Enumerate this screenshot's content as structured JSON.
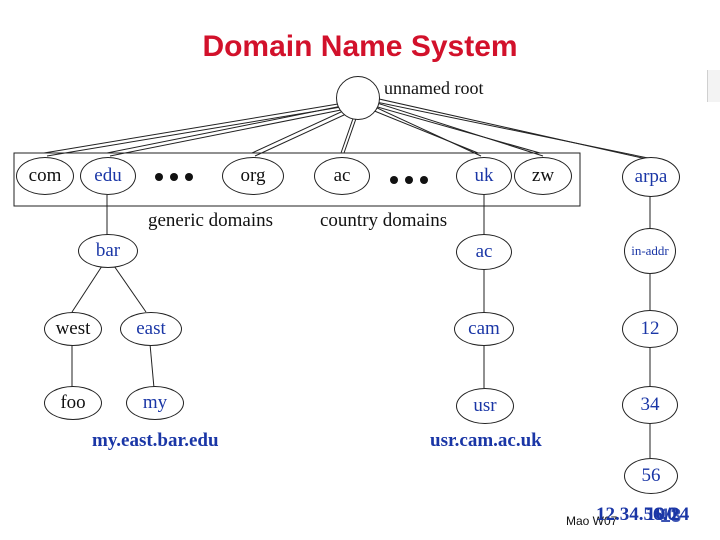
{
  "title": "Domain Name System",
  "root_label": "unnamed root",
  "top_level": {
    "com": "com",
    "edu": "edu",
    "org": "org",
    "ac": "ac",
    "uk": "uk",
    "zw": "zw",
    "arpa": "arpa"
  },
  "group_labels": {
    "generic": "generic domains",
    "country": "country domains"
  },
  "left_tree": {
    "bar": "bar",
    "west": "west",
    "east": "east",
    "foo": "foo",
    "my": "my",
    "fqdn": "my.east.bar.edu"
  },
  "right_tree": {
    "ac": "ac",
    "cam": "cam",
    "usr": "usr",
    "fqdn": "usr.cam.ac.uk"
  },
  "arpa_tree": {
    "in_addr": "in-addr",
    "n12": "12",
    "n34": "34",
    "n56": "56"
  },
  "footer": {
    "author": "Mao W07",
    "address": "12.34.56.0",
    "page": "10/24",
    "page_overlay": "13"
  },
  "colors": {
    "title": "#d2112b",
    "node_text_blue": "#1a36a6",
    "line": "#222222"
  }
}
